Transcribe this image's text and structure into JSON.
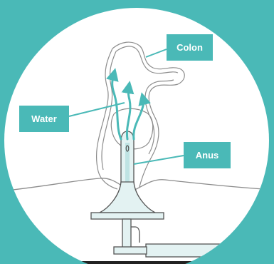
{
  "labels": {
    "colon": "Colon",
    "water": "Water",
    "anus": "Anus"
  },
  "colors": {
    "background": "#4ab9b7",
    "circle": "#ffffff",
    "outline": "#8c8c8c",
    "arrow": "#4ab9b7",
    "device": "#e3f2f2",
    "label_text": "#ffffff"
  }
}
